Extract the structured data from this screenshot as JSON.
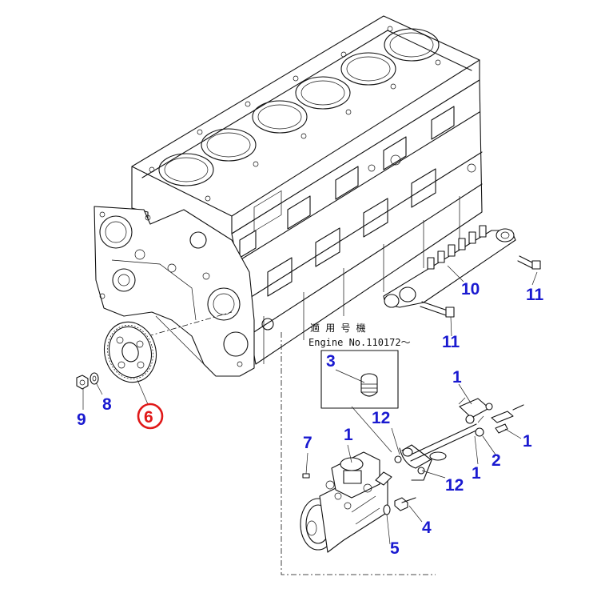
{
  "colors": {
    "callout": "#1a1ad0",
    "highlight": "#e01818",
    "ink": "#111111"
  },
  "note": {
    "line1": "適 用 号 機",
    "line2": "Engine No.110172～"
  },
  "callouts": [
    {
      "id": "c1a",
      "label": "1"
    },
    {
      "id": "c1b",
      "label": "1"
    },
    {
      "id": "c1c",
      "label": "1"
    },
    {
      "id": "c1d",
      "label": "1"
    },
    {
      "id": "c2",
      "label": "2"
    },
    {
      "id": "c3",
      "label": "3"
    },
    {
      "id": "c4",
      "label": "4"
    },
    {
      "id": "c5",
      "label": "5"
    },
    {
      "id": "c6",
      "label": "6"
    },
    {
      "id": "c7",
      "label": "7"
    },
    {
      "id": "c8",
      "label": "8"
    },
    {
      "id": "c9",
      "label": "9"
    },
    {
      "id": "c10",
      "label": "10"
    },
    {
      "id": "c11a",
      "label": "11"
    },
    {
      "id": "c11b",
      "label": "11"
    },
    {
      "id": "c12a",
      "label": "12"
    },
    {
      "id": "c12b",
      "label": "12"
    }
  ]
}
